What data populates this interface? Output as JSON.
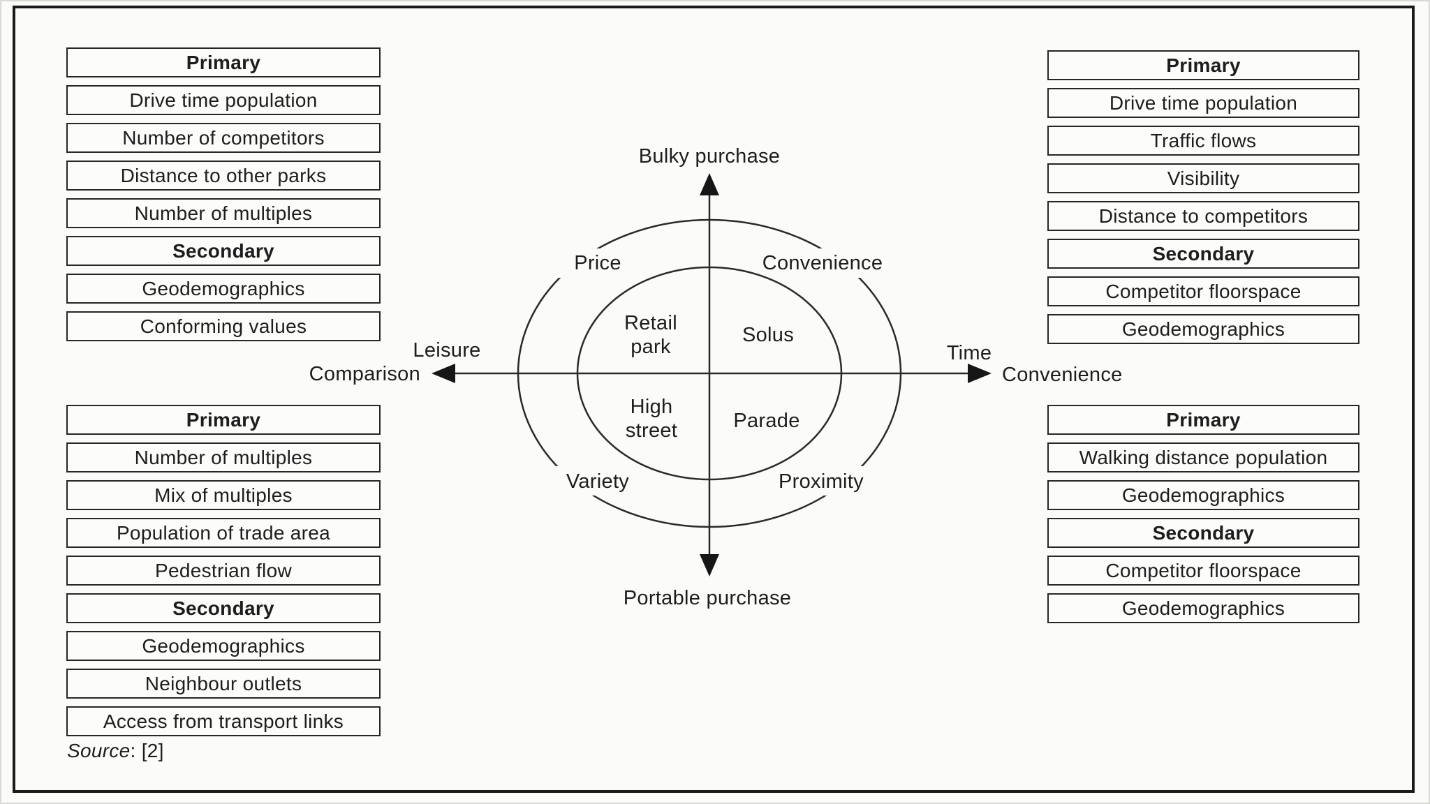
{
  "colors": {
    "paper": "#fbfbf9",
    "ink": "#1d1d1d",
    "line": "#2a2a2a"
  },
  "panels": {
    "top_left": {
      "items": [
        {
          "label": "Primary",
          "bold": true
        },
        {
          "label": "Drive time population"
        },
        {
          "label": "Number of competitors"
        },
        {
          "label": "Distance to other parks"
        },
        {
          "label": "Number of multiples"
        },
        {
          "label": "Secondary",
          "bold": true
        },
        {
          "label": "Geodemographics"
        },
        {
          "label": "Conforming values"
        }
      ]
    },
    "bottom_left": {
      "items": [
        {
          "label": "Primary",
          "bold": true
        },
        {
          "label": "Number of multiples"
        },
        {
          "label": "Mix of multiples"
        },
        {
          "label": "Population of trade area"
        },
        {
          "label": "Pedestrian flow"
        },
        {
          "label": "Secondary",
          "bold": true
        },
        {
          "label": "Geodemographics"
        },
        {
          "label": "Neighbour outlets"
        },
        {
          "label": "Access from transport links"
        }
      ]
    },
    "top_right": {
      "items": [
        {
          "label": "Primary",
          "bold": true
        },
        {
          "label": "Drive time population"
        },
        {
          "label": "Traffic flows"
        },
        {
          "label": "Visibility"
        },
        {
          "label": "Distance to competitors"
        },
        {
          "label": "Secondary",
          "bold": true
        },
        {
          "label": "Competitor floorspace"
        },
        {
          "label": "Geodemographics"
        }
      ]
    },
    "bottom_right": {
      "items": [
        {
          "label": "Primary",
          "bold": true
        },
        {
          "label": "Walking distance population"
        },
        {
          "label": "Geodemographics"
        },
        {
          "label": "Secondary",
          "bold": true
        },
        {
          "label": "Competitor floorspace"
        },
        {
          "label": "Geodemographics"
        }
      ]
    }
  },
  "diagram": {
    "vertical_axis": {
      "top": "Bulky purchase",
      "bottom": "Portable purchase"
    },
    "horizontal_axis": {
      "left_top": "Leisure",
      "left": "Comparison",
      "right_top": "Time",
      "right": "Convenience"
    },
    "ring": {
      "top_left": "Price",
      "top_right": "Convenience",
      "bottom_left": "Variety",
      "bottom_right": "Proximity"
    },
    "quadrants": {
      "top_left": [
        "Retail",
        "park"
      ],
      "top_right": [
        "Solus"
      ],
      "bottom_left": [
        "High",
        "street"
      ],
      "bottom_right": [
        "Parade"
      ]
    }
  },
  "source_note": {
    "prefix": "Source",
    "suffix": ": [2]"
  }
}
